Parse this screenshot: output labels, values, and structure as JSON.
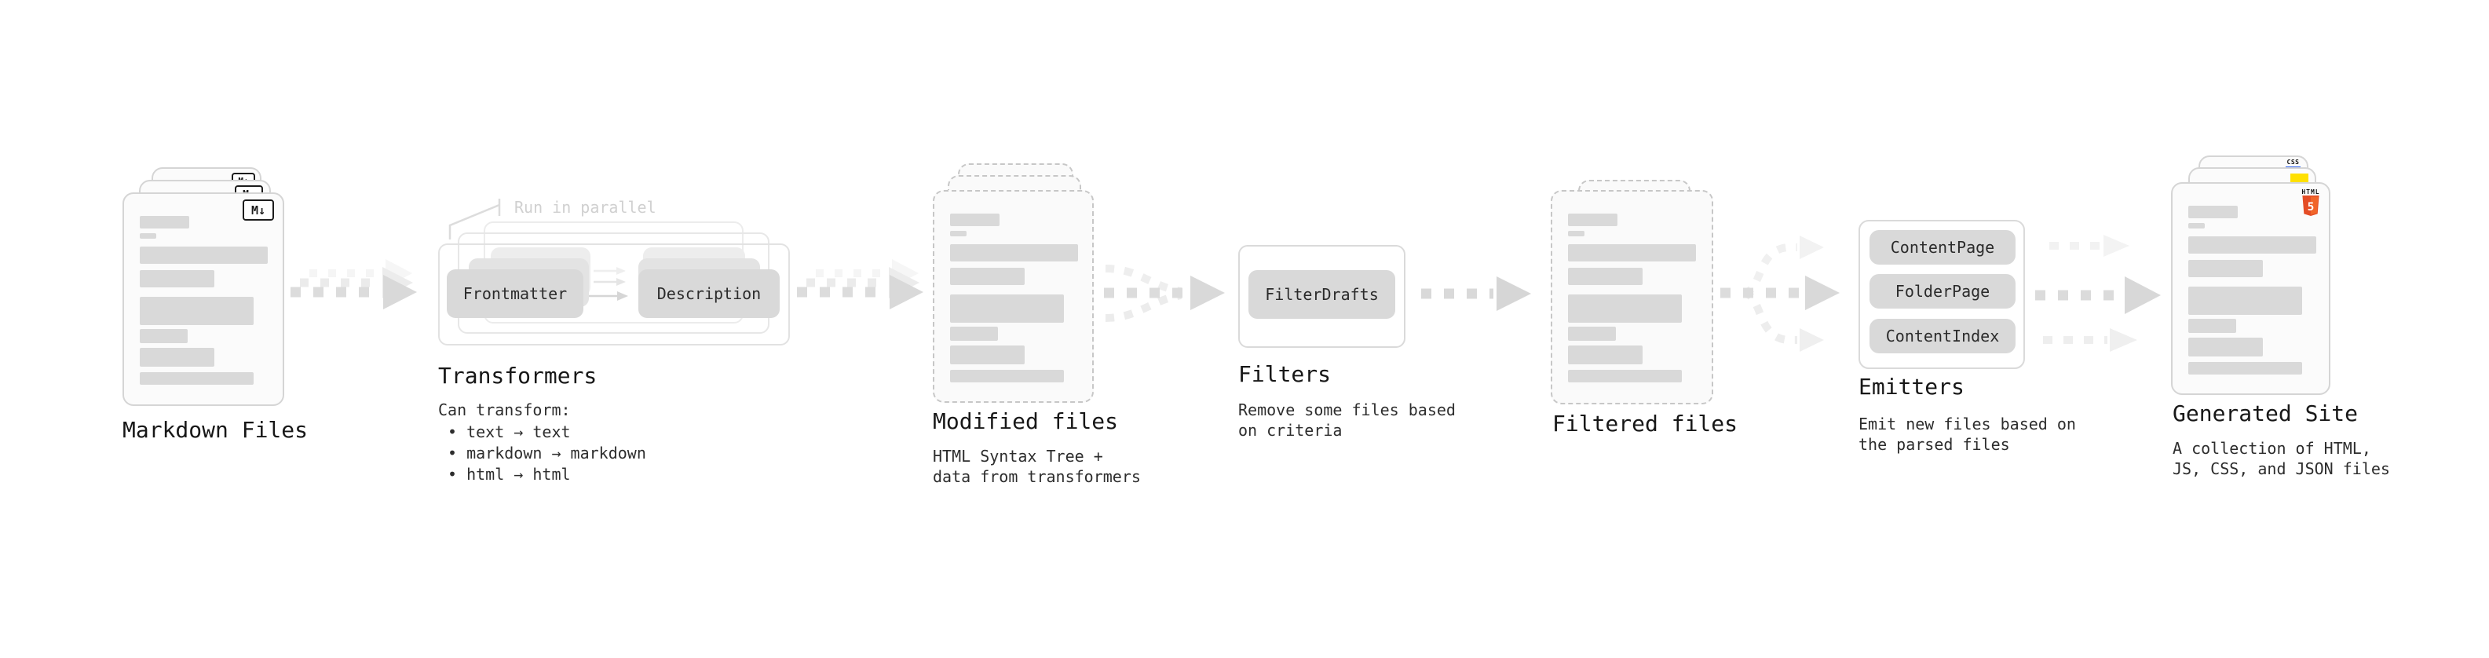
{
  "nodes": {
    "markdown_files": {
      "title": "Markdown Files",
      "badge": "M↓",
      "icon": "markdown-icon"
    },
    "transformers": {
      "title": "Transformers",
      "annotation": "Run in parallel",
      "buttons": [
        "Frontmatter",
        "Description"
      ],
      "caption": "Can transform:",
      "bullets": [
        "• text → text",
        "• markdown → markdown",
        "• html → html"
      ]
    },
    "modified_files": {
      "title": "Modified files",
      "subtitle": [
        "HTML Syntax Tree +",
        "data from transformers"
      ]
    },
    "filters": {
      "title": "Filters",
      "buttons": [
        "FilterDrafts"
      ],
      "subtitle": [
        "Remove some files based",
        "on criteria"
      ]
    },
    "filtered_files": {
      "title": "Filtered files"
    },
    "emitters": {
      "title": "Emitters",
      "buttons": [
        "ContentPage",
        "FolderPage",
        "ContentIndex"
      ],
      "subtitle": [
        "Emit new files based on",
        "the parsed files"
      ]
    },
    "generated_site": {
      "title": "Generated Site",
      "subtitle": [
        "A collection of HTML,",
        "JS, CSS, and JSON files"
      ],
      "badges": {
        "css": "CSS",
        "html": "HTML",
        "html_number": "5"
      }
    }
  },
  "colors": {
    "html5_orange": "#e44d26",
    "html5_orange_light": "#f16529",
    "js_yellow": "#ffe000",
    "css_blue": "#2f63f0"
  }
}
